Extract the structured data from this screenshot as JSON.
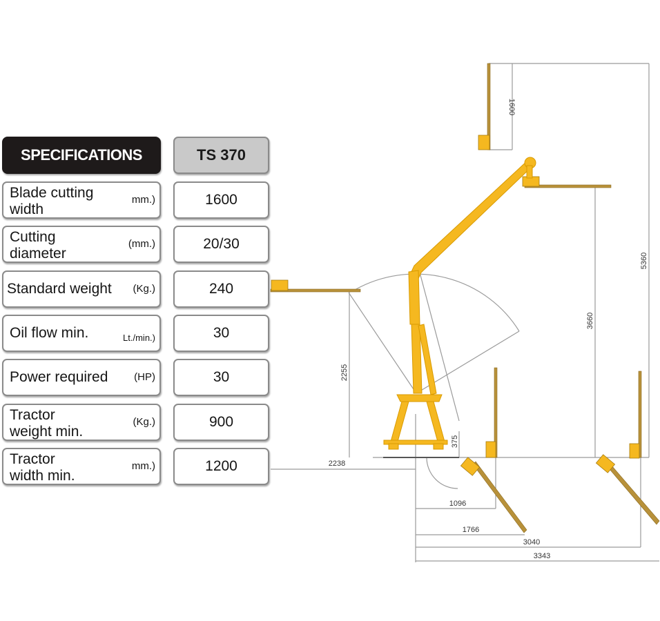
{
  "table": {
    "header_label": "SPECIFICATIONS",
    "model": "TS 370",
    "rows": [
      {
        "label": "Blade cutting width",
        "label_line1": "Blade cutting",
        "label_line2": "width",
        "unit": "mm.)",
        "value": "1600"
      },
      {
        "label": "Cutting diameter",
        "label_line1": "Cutting",
        "label_line2": "diameter",
        "unit": "(mm.)",
        "value": "20/30"
      },
      {
        "label": "Standard weight",
        "label_line1": "Standard weight",
        "label_line2": "",
        "unit": "(Kg.)",
        "value": "240"
      },
      {
        "label": "Oil flow min.",
        "label_line1": "Oil flow min.",
        "label_line2": "",
        "unit": "Lt./min.)",
        "value": "30"
      },
      {
        "label": "Power required",
        "label_line1": "Power required",
        "label_line2": "",
        "unit": "(HP)",
        "value": "30"
      },
      {
        "label": "Tractor weight min.",
        "label_line1": "Tractor",
        "label_line2": "weight min.",
        "unit": "(Kg.)",
        "value": "900"
      },
      {
        "label": "Tractor width min.",
        "label_line1": "Tractor",
        "label_line2": "width min.",
        "unit": "mm.)",
        "value": "1200"
      }
    ]
  },
  "diagram": {
    "colors": {
      "machine": "#f5b820",
      "blade": "#b8913a",
      "lines": "#9a9a9a",
      "header_bg": "#1e1a1a",
      "model_bg": "#c9c9c9"
    },
    "dimensions": {
      "blade_height": "1600",
      "max_height": "5360",
      "arm_height": "3660",
      "side_height": "2255",
      "ground_offset": "375",
      "side_reach": "2238",
      "reach_1": "1096",
      "reach_2": "1766",
      "reach_3": "3040",
      "reach_4": "3343"
    }
  }
}
